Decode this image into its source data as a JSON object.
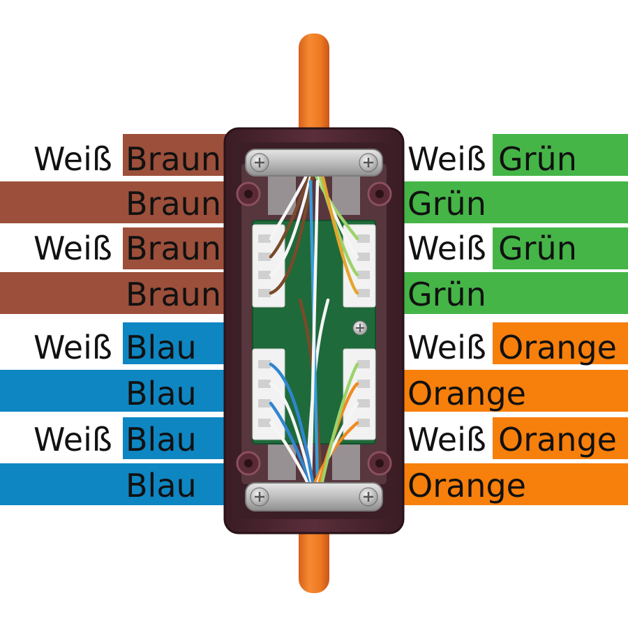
{
  "colors": {
    "braun": "#9c4f3a",
    "blau": "#0e86c2",
    "gruen": "#45b547",
    "orange": "#f77f0b",
    "cable": "#ee7a21",
    "housing": "#4a2630",
    "pcb": "#1f6a3a"
  },
  "left_pairs": [
    {
      "white": "Weiß",
      "color": "Braun",
      "key": "braun"
    },
    {
      "white": "Weiß",
      "color": "Braun",
      "key": "braun"
    },
    {
      "white": "Weiß",
      "color": "Blau",
      "key": "blau"
    },
    {
      "white": "Weiß",
      "color": "Blau",
      "key": "blau"
    }
  ],
  "right_pairs": [
    {
      "white": "Weiß",
      "color": "Grün",
      "key": "gruen"
    },
    {
      "white": "Weiß",
      "color": "Grün",
      "key": "gruen"
    },
    {
      "white": "Weiß",
      "color": "Orange",
      "key": "orange"
    },
    {
      "white": "Weiß",
      "color": "Orange",
      "key": "orange"
    }
  ]
}
